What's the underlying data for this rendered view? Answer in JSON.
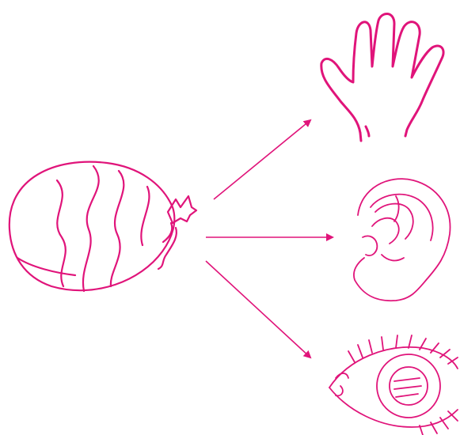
{
  "colors": {
    "ink": "#e0147a",
    "background": "#ffffff"
  },
  "diagram": {
    "source": {
      "icon": "balloon-icon"
    },
    "targets": [
      {
        "icon": "hand-icon"
      },
      {
        "icon": "ear-icon"
      },
      {
        "icon": "eye-icon"
      }
    ],
    "arrows": [
      {
        "from": "balloon",
        "to": "hand"
      },
      {
        "from": "balloon",
        "to": "ear"
      },
      {
        "from": "balloon",
        "to": "eye"
      }
    ]
  }
}
